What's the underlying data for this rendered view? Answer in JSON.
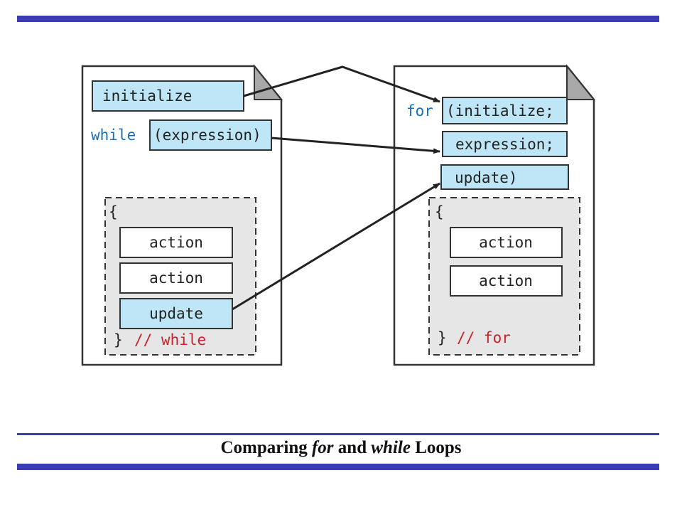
{
  "caption": {
    "pre": "Comparing ",
    "for_word": "for",
    "mid": " and ",
    "while_word": "while",
    "post": " Loops"
  },
  "while_page": {
    "initialize": "initialize",
    "keyword": "while",
    "expression": "(expression)",
    "open_brace": "{",
    "actions": [
      "action",
      "action"
    ],
    "update": "update",
    "close_brace": "}",
    "comment": "// while"
  },
  "for_page": {
    "keyword": "for",
    "initialize": "(initialize;",
    "expression": "expression;",
    "update": "update)",
    "open_brace": "{",
    "actions": [
      "action",
      "action"
    ],
    "close_brace": "}",
    "comment": "// for"
  },
  "colors": {
    "rule": "#3b3bb3",
    "highlight": "#bfe6f6",
    "keyword": "#1a6fb5",
    "comment": "#c4242b",
    "block_bg": "#e6e6e6"
  }
}
